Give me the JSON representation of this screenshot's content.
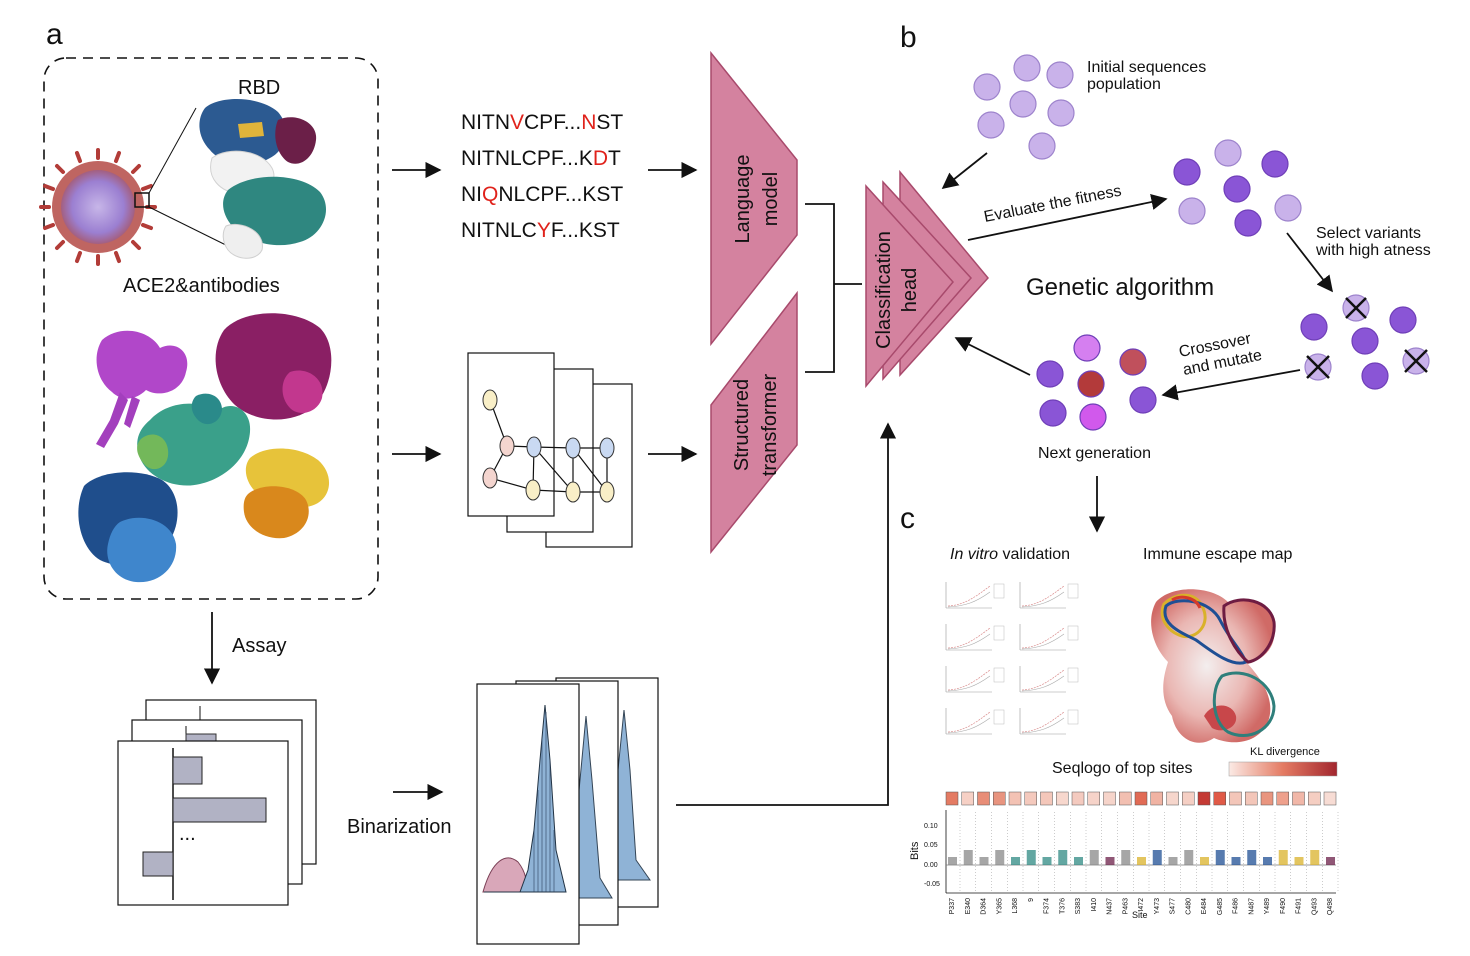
{
  "panels": {
    "a": "a",
    "b": "b",
    "c": "c"
  },
  "labels": {
    "rbd": "RBD",
    "ace2": "ACE2&antibodies",
    "assay": "Assay",
    "binarization": "Binarization",
    "language_model_1": "Language",
    "language_model_2": "model",
    "structured_1": "Structured",
    "structured_2": "transformer",
    "classification_1": "Classification",
    "classification_2": "head",
    "initial_1": "Initial sequences",
    "initial_2": "population",
    "evaluate": "Evaluate the fitness",
    "select_1": "Select variants",
    "select_2": "with high atness",
    "genetic": "Genetic algorithm",
    "crossover_1": "Crossover",
    "crossover_2": "and mutate",
    "next_gen": "Next generation",
    "in_vitro_italic": "In vitro",
    "in_vitro_rest": " validation",
    "escape_map": "Immune escape map",
    "seqlogo": "Seqlogo of top sites",
    "kl": "KL divergence",
    "bits": "Bits",
    "site": "Site",
    "ellipsis": "..."
  },
  "sequences": [
    [
      {
        "t": "NITN",
        "m": false
      },
      {
        "t": "V",
        "m": true
      },
      {
        "t": "CPF...",
        "m": false
      },
      {
        "t": "N",
        "m": true
      },
      {
        "t": "ST",
        "m": false
      }
    ],
    [
      {
        "t": "NITNLCPF...K",
        "m": false
      },
      {
        "t": "D",
        "m": true
      },
      {
        "t": "T",
        "m": false
      }
    ],
    [
      {
        "t": "NI",
        "m": false
      },
      {
        "t": "Q",
        "m": true
      },
      {
        "t": "NLCPF...KST",
        "m": false
      }
    ],
    [
      {
        "t": "NITNLC",
        "m": false
      },
      {
        "t": "Y",
        "m": true
      },
      {
        "t": "F...KST",
        "m": false
      }
    ]
  ],
  "seqlogo_yticks": [
    "0.10",
    "0.05",
    "0.00",
    "-0.05"
  ],
  "seqlogo_sites": [
    "P337",
    "E340",
    "D364",
    "Y365",
    "L368",
    "9",
    "F374",
    "T376",
    "S383",
    "I410",
    "N437",
    "P463",
    "I472",
    "Y473",
    "S477",
    "C480",
    "E484",
    "G485",
    "F486",
    "N487",
    "Y489",
    "F490",
    "F491",
    "Q493",
    "Q498"
  ],
  "colors": {
    "mutation": "#e0221b",
    "model_fill": "#d4829f",
    "model_stroke": "#a84a6c",
    "circle_light": "#c9b2ea",
    "circle_dark": "#8a55d6",
    "hist_blue": "#8fb3d6",
    "hist_pink": "#d9a7b9",
    "kl_low": "#fbe9e4",
    "kl_high": "#a2262e"
  }
}
